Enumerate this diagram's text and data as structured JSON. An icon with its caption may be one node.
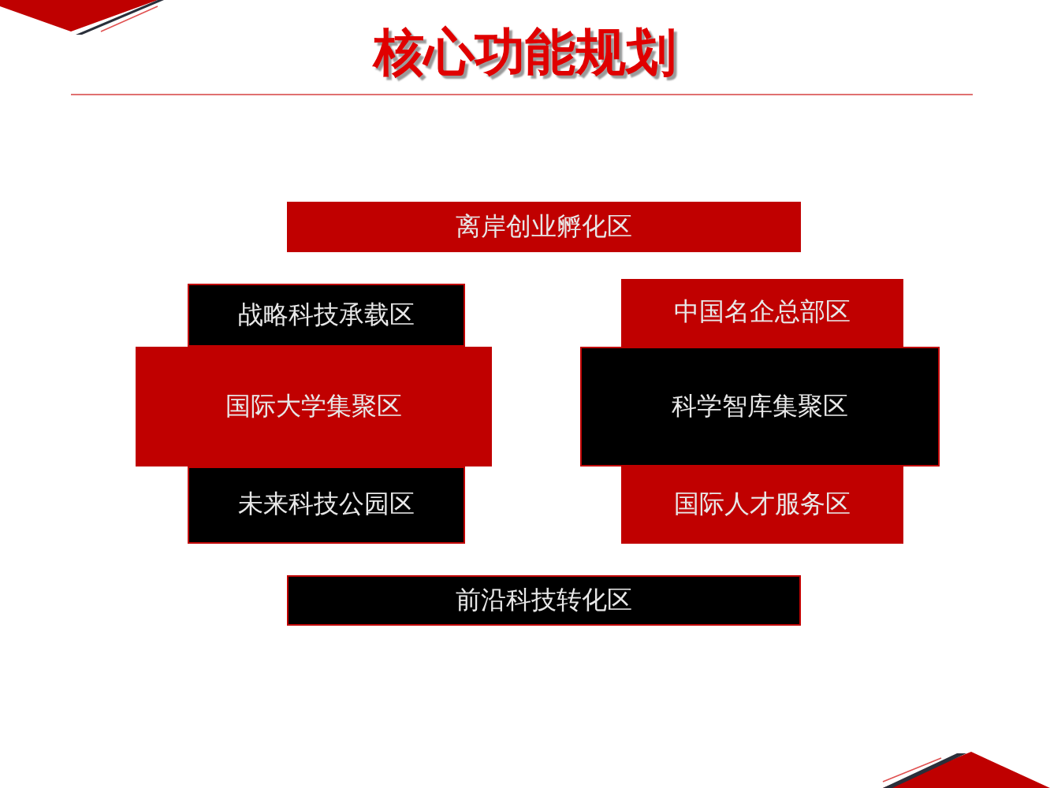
{
  "diagram": {
    "title": "核心功能规划",
    "nodes": [
      {
        "text": [
          "离岸创业孵化区"
        ]
      },
      {
        "text": [
          "战略科技承载区"
        ]
      },
      {
        "text": [
          "国际大学集聚区"
        ]
      },
      {
        "text": [
          "未来科技公园区"
        ]
      },
      {
        "text": [
          "中国名企总部区"
        ]
      },
      {
        "text": [
          "科学智库集聚区"
        ]
      },
      {
        "text": [
          "国际人才服务区"
        ]
      },
      {
        "text": [
          "前沿科技转化区"
        ]
      }
    ]
  }
}
